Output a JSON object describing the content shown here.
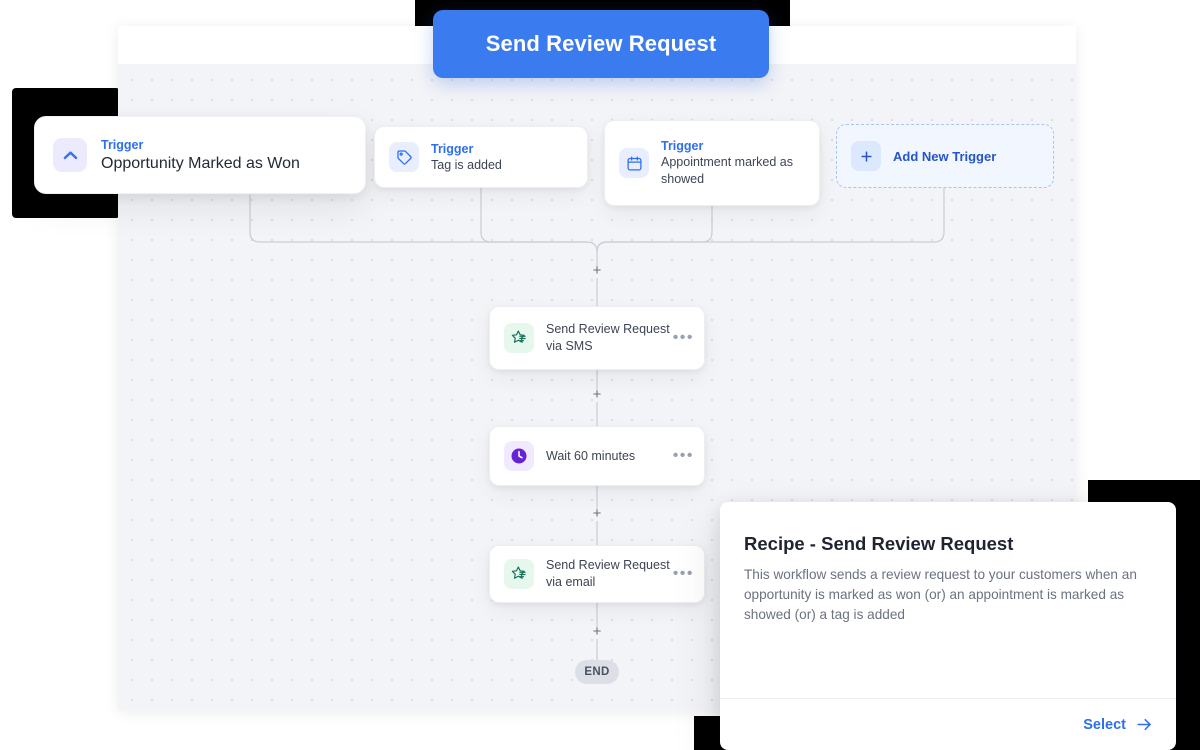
{
  "floating_button": {
    "label": "Send Review Request"
  },
  "canvas": {
    "triggers": [
      {
        "kind_label": "Trigger",
        "name": "Opportunity Marked as Won",
        "icon": "chevron-up-icon",
        "icon_bg": "#eceafd",
        "icon_color": "#3b72ef"
      },
      {
        "kind_label": "Trigger",
        "name": "Tag is added",
        "icon": "tag-icon",
        "icon_bg": "#e8eefe",
        "icon_color": "#2f6fed"
      },
      {
        "kind_label": "Trigger",
        "name": "Appointment marked as showed",
        "icon": "calendar-icon",
        "icon_bg": "#e8eefe",
        "icon_color": "#2f6fed"
      }
    ],
    "add_trigger": {
      "label": "Add New Trigger",
      "icon": "plus-icon"
    },
    "actions": [
      {
        "name": "Send Review Request via SMS",
        "icon": "review-star-icon",
        "icon_bg": "#e6f7ee",
        "icon_color": "#17715a",
        "menu": "•••"
      },
      {
        "name": "Wait 60 minutes",
        "icon": "clock-icon",
        "icon_bg": "#f1eafe",
        "icon_color": "#6622d6",
        "menu": "•••"
      },
      {
        "name": "Send Review Request via email",
        "icon": "review-star-icon",
        "icon_bg": "#e6f7ee",
        "icon_color": "#17715a",
        "menu": "•••"
      }
    ],
    "add_node_symbol": "+",
    "end_label": "END"
  },
  "recipe": {
    "title": "Recipe - Send Review Request",
    "description": "This workflow sends a review request to your customers when an opportunity is marked as won (or) an appointment is marked as showed (or) a tag is added",
    "select_label": "Select",
    "select_icon": "arrow-right-icon"
  },
  "colors": {
    "accent_blue": "#3b7bf0",
    "link_blue": "#2f6fed",
    "canvas_bg": "#f3f4f7",
    "wire": "#c9cdd6",
    "purple": "#6622d6",
    "green": "#17715a"
  }
}
